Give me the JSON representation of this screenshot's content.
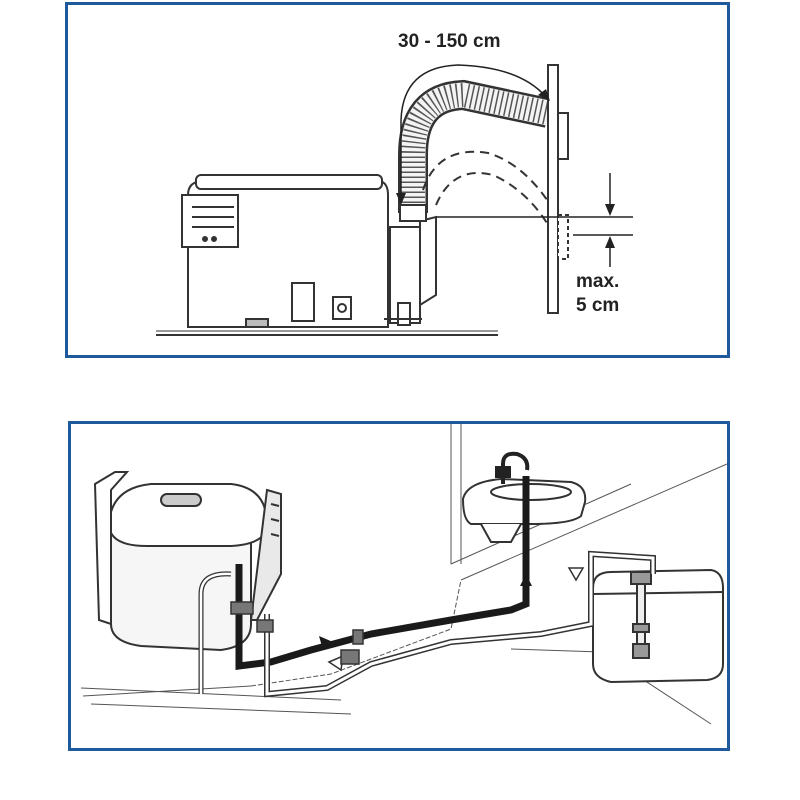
{
  "top_diagram": {
    "hose_length_label": "30 - 150 cm",
    "max_label_line1": "max.",
    "max_label_line2": "5 cm"
  },
  "bottom_diagram": {}
}
